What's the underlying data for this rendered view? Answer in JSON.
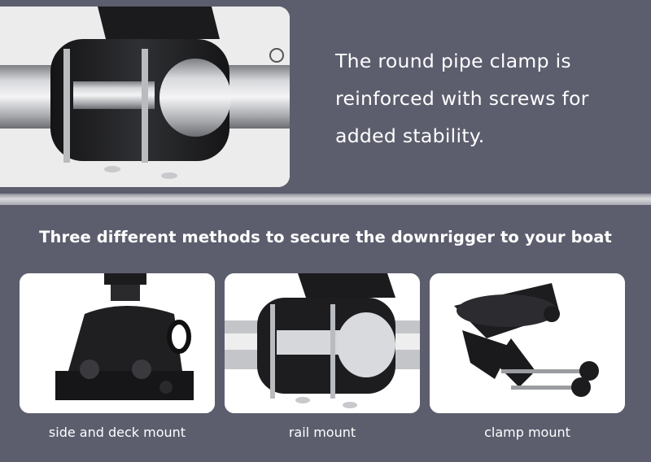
{
  "feature": {
    "caption_lines": [
      "The round pipe clamp is",
      "reinforced with screws for",
      "added stability."
    ],
    "image_icon": "pipe-clamp-closeup-image"
  },
  "mounting": {
    "heading": "Three different methods to secure the downrigger to your boat",
    "methods": [
      {
        "label": "side and deck mount",
        "icon": "side-deck-mount-image"
      },
      {
        "label": "rail mount",
        "icon": "rail-mount-image"
      },
      {
        "label": "clamp mount",
        "icon": "clamp-mount-image"
      }
    ]
  },
  "colors": {
    "background": "#5c5e6e",
    "text": "#ffffff",
    "card": "#ffffff",
    "hardware": "#1e1e20"
  }
}
